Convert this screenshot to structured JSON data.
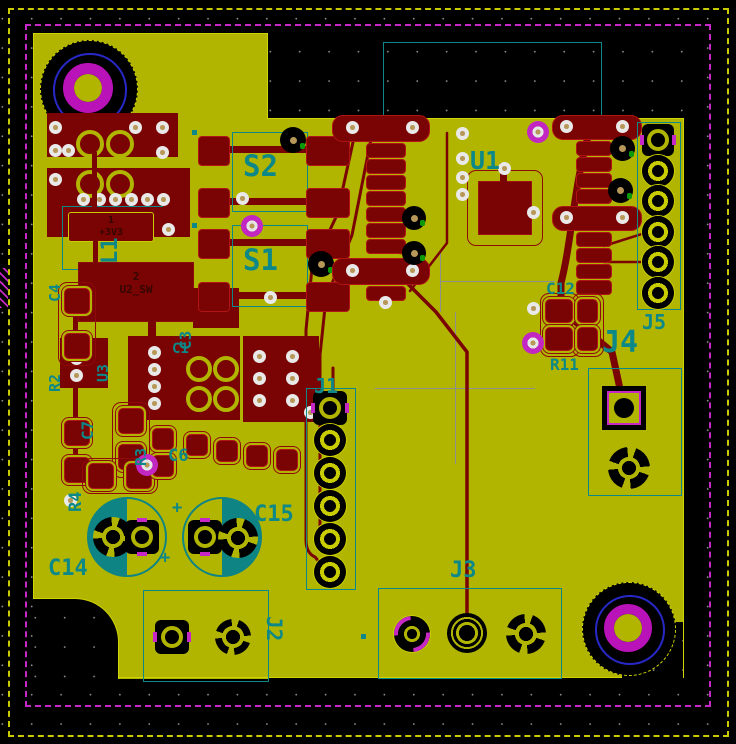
{
  "board": {
    "description": "PCB layout view",
    "refs": {
      "s1": "S1",
      "s2": "S2",
      "u1": "U1",
      "u3": "U3",
      "l1": "L1",
      "c1": "C1",
      "c3": "C3",
      "c4": "C4",
      "c6": "C6",
      "c7": "C7",
      "c12": "C12",
      "c14": "C14",
      "c15": "C15",
      "r2": "R2",
      "r3": "R3",
      "r4": "R4",
      "r11": "R11",
      "j1": "J1",
      "j2": "J2",
      "j3": "J3",
      "j4": "J4",
      "j5": "J5"
    },
    "pads": {
      "l1_pad1_number": "1",
      "l1_pad1_net": "+3V3",
      "l1_pad2_number": "2",
      "l1_pad2_net": "U2_SW"
    },
    "marks": {
      "c14_polarity": "+",
      "c15_polarity": "+"
    },
    "colors": {
      "board_fill": "#b1b500",
      "copper": "#7a0303",
      "silkscreen": "#0d8888",
      "edge_cuts": "#c628c6",
      "keepout_hatch": "#caca00",
      "hole_ring": "#2828c8",
      "via_magenta": "#c227c2"
    }
  }
}
